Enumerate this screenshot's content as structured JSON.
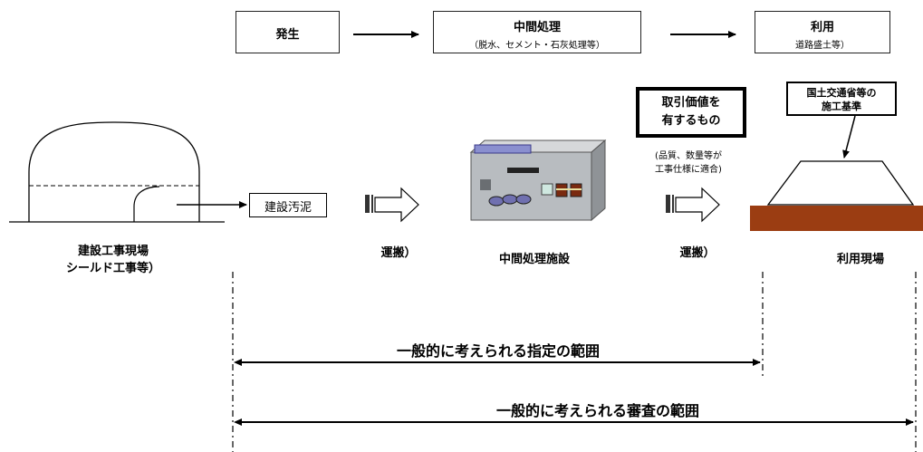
{
  "flow": {
    "hassei": "発生",
    "chukan_title": "中間処理",
    "chukan_sub": "（脱水、セメント・石灰処理等）",
    "riyou_title": "利用",
    "riyou_sub": "道路盛土等）"
  },
  "labels": {
    "site_line1": "建設工事現場",
    "site_line2": "シールド工事等）",
    "sludge": "建設汚泥",
    "transport1": "運搬）",
    "facility": "中間処理施設",
    "value_line1": "取引価値を",
    "value_line2": "有するもの",
    "quality_line1": "(品質、数量等が",
    "quality_line2": "工事仕様に適合)",
    "transport2": "運搬）",
    "standard_line1": "国土交通省等の",
    "standard_line2": "施工基準",
    "use_site": "利用現場"
  },
  "ranges": {
    "designation": "一般的に考えられる指定の範囲",
    "review": "一般的に考えられる審査の範囲"
  },
  "colors": {
    "soil": "#9b3d12",
    "machine_body": "#b8bcc0",
    "machine_top": "#8a8fcf"
  }
}
